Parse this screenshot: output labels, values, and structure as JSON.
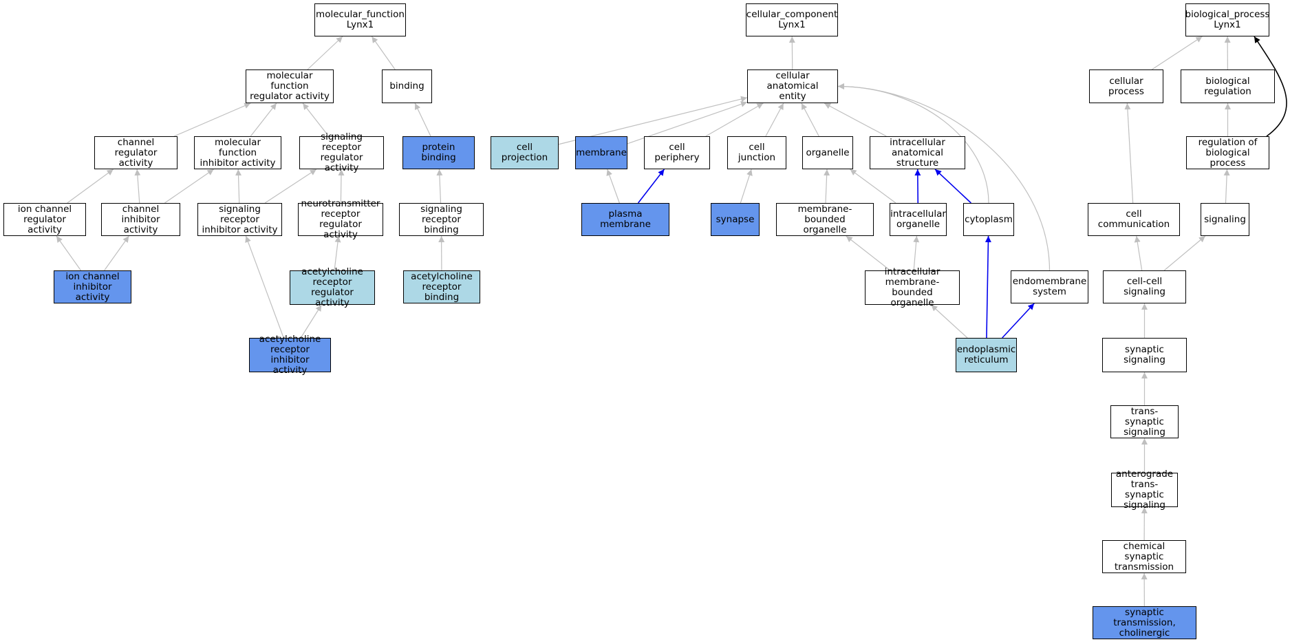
{
  "colors": {
    "white": "#ffffff",
    "blue": "#6495ed",
    "light": "#add8e6",
    "edge_gray": "#bfbfbf",
    "edge_blue": "#0000ee",
    "edge_black": "#000000"
  },
  "nodes": [
    {
      "id": "mf_root",
      "label": "molecular_function\nLynx1",
      "fill": "white"
    },
    {
      "id": "mf_reg",
      "label": "molecular function\nregulator activity",
      "fill": "white"
    },
    {
      "id": "binding",
      "label": "binding",
      "fill": "white"
    },
    {
      "id": "chan_reg",
      "label": "channel regulator\nactivity",
      "fill": "white"
    },
    {
      "id": "mf_inhib",
      "label": "molecular function\ninhibitor activity",
      "fill": "white"
    },
    {
      "id": "sig_rec_reg",
      "label": "signaling receptor\nregulator activity",
      "fill": "white"
    },
    {
      "id": "protein_binding",
      "label": "protein binding",
      "fill": "blue"
    },
    {
      "id": "ion_chan_reg",
      "label": "ion channel\nregulator activity",
      "fill": "white"
    },
    {
      "id": "chan_inhib",
      "label": "channel inhibitor\nactivity",
      "fill": "white"
    },
    {
      "id": "sig_rec_inhib",
      "label": "signaling receptor\ninhibitor activity",
      "fill": "white"
    },
    {
      "id": "neurotrans",
      "label": "neurotransmitter\nreceptor regulator\nactivity",
      "fill": "white"
    },
    {
      "id": "sig_rec_binding",
      "label": "signaling receptor\nbinding",
      "fill": "white"
    },
    {
      "id": "ion_chan_inhib",
      "label": "ion channel\ninhibitor activity",
      "fill": "blue"
    },
    {
      "id": "ach_rec_reg",
      "label": "acetylcholine\nreceptor regulator\nactivity",
      "fill": "light"
    },
    {
      "id": "ach_rec_binding",
      "label": "acetylcholine\nreceptor binding",
      "fill": "light"
    },
    {
      "id": "ach_rec_inhib",
      "label": "acetylcholine\nreceptor inhibitor\nactivity",
      "fill": "blue"
    },
    {
      "id": "cc_root",
      "label": "cellular_component\nLynx1",
      "fill": "white"
    },
    {
      "id": "cae",
      "label": "cellular anatomical\nentity",
      "fill": "white"
    },
    {
      "id": "cell_proj",
      "label": "cell projection",
      "fill": "light"
    },
    {
      "id": "membrane",
      "label": "membrane",
      "fill": "blue"
    },
    {
      "id": "cell_periph",
      "label": "cell periphery",
      "fill": "white"
    },
    {
      "id": "cell_junction",
      "label": "cell junction",
      "fill": "white"
    },
    {
      "id": "organelle",
      "label": "organelle",
      "fill": "white"
    },
    {
      "id": "ias",
      "label": "intracellular\nanatomical structure",
      "fill": "white"
    },
    {
      "id": "plasma_mem",
      "label": "plasma membrane",
      "fill": "blue"
    },
    {
      "id": "synapse",
      "label": "synapse",
      "fill": "blue"
    },
    {
      "id": "mbo",
      "label": "membrane-bounded\norganelle",
      "fill": "white"
    },
    {
      "id": "ic_org",
      "label": "intracellular\norganelle",
      "fill": "white"
    },
    {
      "id": "cytoplasm",
      "label": "cytoplasm",
      "fill": "white"
    },
    {
      "id": "imbo",
      "label": "intracellular\nmembrane-bounded\norganelle",
      "fill": "white"
    },
    {
      "id": "endomem",
      "label": "endomembrane\nsystem",
      "fill": "white"
    },
    {
      "id": "er",
      "label": "endoplasmic\nreticulum",
      "fill": "light"
    },
    {
      "id": "bp_root",
      "label": "biological_process\nLynx1",
      "fill": "white"
    },
    {
      "id": "cell_process",
      "label": "cellular process",
      "fill": "white"
    },
    {
      "id": "bio_reg",
      "label": "biological regulation",
      "fill": "white"
    },
    {
      "id": "reg_bio",
      "label": "regulation of\nbiological process",
      "fill": "white"
    },
    {
      "id": "cell_comm",
      "label": "cell communication",
      "fill": "white"
    },
    {
      "id": "signaling",
      "label": "signaling",
      "fill": "white"
    },
    {
      "id": "cc_sig",
      "label": "cell-cell signaling",
      "fill": "white"
    },
    {
      "id": "syn_sig",
      "label": "synaptic signaling",
      "fill": "white"
    },
    {
      "id": "trans_syn",
      "label": "trans-synaptic\nsignaling",
      "fill": "white"
    },
    {
      "id": "antero",
      "label": "anterograde\ntrans-synaptic\nsignaling",
      "fill": "white"
    },
    {
      "id": "chem_syn",
      "label": "chemical synaptic\ntransmission",
      "fill": "white"
    },
    {
      "id": "syn_chol",
      "label": "synaptic transmission,\ncholinergic",
      "fill": "blue"
    }
  ],
  "edges": [
    {
      "from": "mf_reg",
      "to": "mf_root",
      "color": "edge_gray"
    },
    {
      "from": "binding",
      "to": "mf_root",
      "color": "edge_gray"
    },
    {
      "from": "chan_reg",
      "to": "mf_reg",
      "color": "edge_gray"
    },
    {
      "from": "mf_inhib",
      "to": "mf_reg",
      "color": "edge_gray"
    },
    {
      "from": "sig_rec_reg",
      "to": "mf_reg",
      "color": "edge_gray"
    },
    {
      "from": "protein_binding",
      "to": "binding",
      "color": "edge_gray"
    },
    {
      "from": "ion_chan_reg",
      "to": "chan_reg",
      "color": "edge_gray"
    },
    {
      "from": "chan_inhib",
      "to": "chan_reg",
      "color": "edge_gray"
    },
    {
      "from": "chan_inhib",
      "to": "mf_inhib",
      "color": "edge_gray"
    },
    {
      "from": "sig_rec_inhib",
      "to": "mf_inhib",
      "color": "edge_gray"
    },
    {
      "from": "sig_rec_inhib",
      "to": "sig_rec_reg",
      "color": "edge_gray"
    },
    {
      "from": "neurotrans",
      "to": "sig_rec_reg",
      "color": "edge_gray"
    },
    {
      "from": "sig_rec_binding",
      "to": "protein_binding",
      "color": "edge_gray"
    },
    {
      "from": "ion_chan_inhib",
      "to": "ion_chan_reg",
      "color": "edge_gray"
    },
    {
      "from": "ion_chan_inhib",
      "to": "chan_inhib",
      "color": "edge_gray"
    },
    {
      "from": "ach_rec_reg",
      "to": "neurotrans",
      "color": "edge_gray"
    },
    {
      "from": "ach_rec_binding",
      "to": "sig_rec_binding",
      "color": "edge_gray"
    },
    {
      "from": "ach_rec_inhib",
      "to": "sig_rec_inhib",
      "color": "edge_gray"
    },
    {
      "from": "ach_rec_inhib",
      "to": "ach_rec_reg",
      "color": "edge_gray"
    },
    {
      "from": "cae",
      "to": "cc_root",
      "color": "edge_gray"
    },
    {
      "from": "cell_proj",
      "to": "cae",
      "color": "edge_gray"
    },
    {
      "from": "membrane",
      "to": "cae",
      "color": "edge_gray"
    },
    {
      "from": "cell_periph",
      "to": "cae",
      "color": "edge_gray"
    },
    {
      "from": "cell_junction",
      "to": "cae",
      "color": "edge_gray"
    },
    {
      "from": "organelle",
      "to": "cae",
      "color": "edge_gray"
    },
    {
      "from": "ias",
      "to": "cae",
      "color": "edge_gray"
    },
    {
      "from": "cytoplasm",
      "to": "cae",
      "color": "edge_gray",
      "curve": true
    },
    {
      "from": "endomem",
      "to": "cae",
      "color": "edge_gray",
      "curve": true
    },
    {
      "from": "plasma_mem",
      "to": "membrane",
      "color": "edge_gray"
    },
    {
      "from": "plasma_mem",
      "to": "cell_periph",
      "color": "edge_blue"
    },
    {
      "from": "synapse",
      "to": "cell_junction",
      "color": "edge_gray"
    },
    {
      "from": "mbo",
      "to": "organelle",
      "color": "edge_gray"
    },
    {
      "from": "ic_org",
      "to": "organelle",
      "color": "edge_gray"
    },
    {
      "from": "ic_org",
      "to": "ias",
      "color": "edge_blue"
    },
    {
      "from": "cytoplasm",
      "to": "ias",
      "color": "edge_blue"
    },
    {
      "from": "imbo",
      "to": "mbo",
      "color": "edge_gray"
    },
    {
      "from": "imbo",
      "to": "ic_org",
      "color": "edge_gray"
    },
    {
      "from": "er",
      "to": "imbo",
      "color": "edge_gray"
    },
    {
      "from": "er",
      "to": "cytoplasm",
      "color": "edge_blue"
    },
    {
      "from": "er",
      "to": "endomem",
      "color": "edge_blue"
    },
    {
      "from": "cell_process",
      "to": "bp_root",
      "color": "edge_gray"
    },
    {
      "from": "bio_reg",
      "to": "bp_root",
      "color": "edge_gray"
    },
    {
      "from": "reg_bio",
      "to": "bp_root",
      "color": "edge_black",
      "curve": true
    },
    {
      "from": "reg_bio",
      "to": "bio_reg",
      "color": "edge_gray"
    },
    {
      "from": "cell_comm",
      "to": "cell_process",
      "color": "edge_gray"
    },
    {
      "from": "signaling",
      "to": "reg_bio",
      "color": "edge_gray"
    },
    {
      "from": "cc_sig",
      "to": "cell_comm",
      "color": "edge_gray"
    },
    {
      "from": "cc_sig",
      "to": "signaling",
      "color": "edge_gray"
    },
    {
      "from": "syn_sig",
      "to": "cc_sig",
      "color": "edge_gray"
    },
    {
      "from": "trans_syn",
      "to": "syn_sig",
      "color": "edge_gray"
    },
    {
      "from": "antero",
      "to": "trans_syn",
      "color": "edge_gray"
    },
    {
      "from": "chem_syn",
      "to": "antero",
      "color": "edge_gray"
    },
    {
      "from": "syn_chol",
      "to": "chem_syn",
      "color": "edge_gray"
    }
  ]
}
